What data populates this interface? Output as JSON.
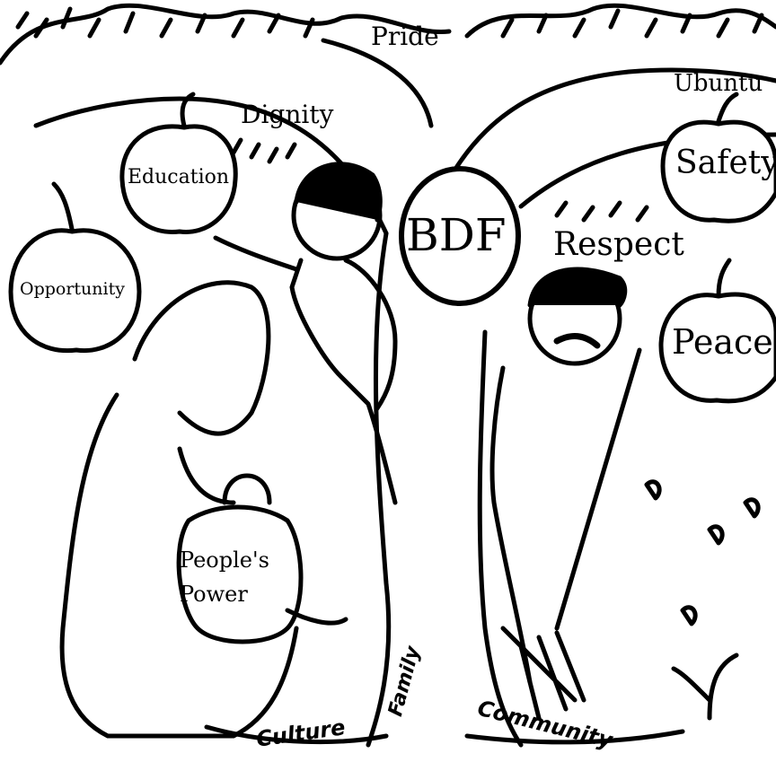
{
  "center_label": "BDF",
  "fruit_labels": {
    "education": "Education",
    "opportunity": "Opportunity",
    "safety": "Safety",
    "peace": "Peace"
  },
  "branch_labels": {
    "pride": "Pride",
    "dignity": "Dignity",
    "ubuntu": "Ubuntu",
    "respect": "Respect"
  },
  "watering_can_label": {
    "line1": "People's",
    "line2": "Power"
  },
  "root_labels": {
    "culture": "Culture",
    "family": "Family",
    "community": "Community"
  },
  "colors": {
    "ink": "#000000",
    "paper": "#ffffff"
  }
}
